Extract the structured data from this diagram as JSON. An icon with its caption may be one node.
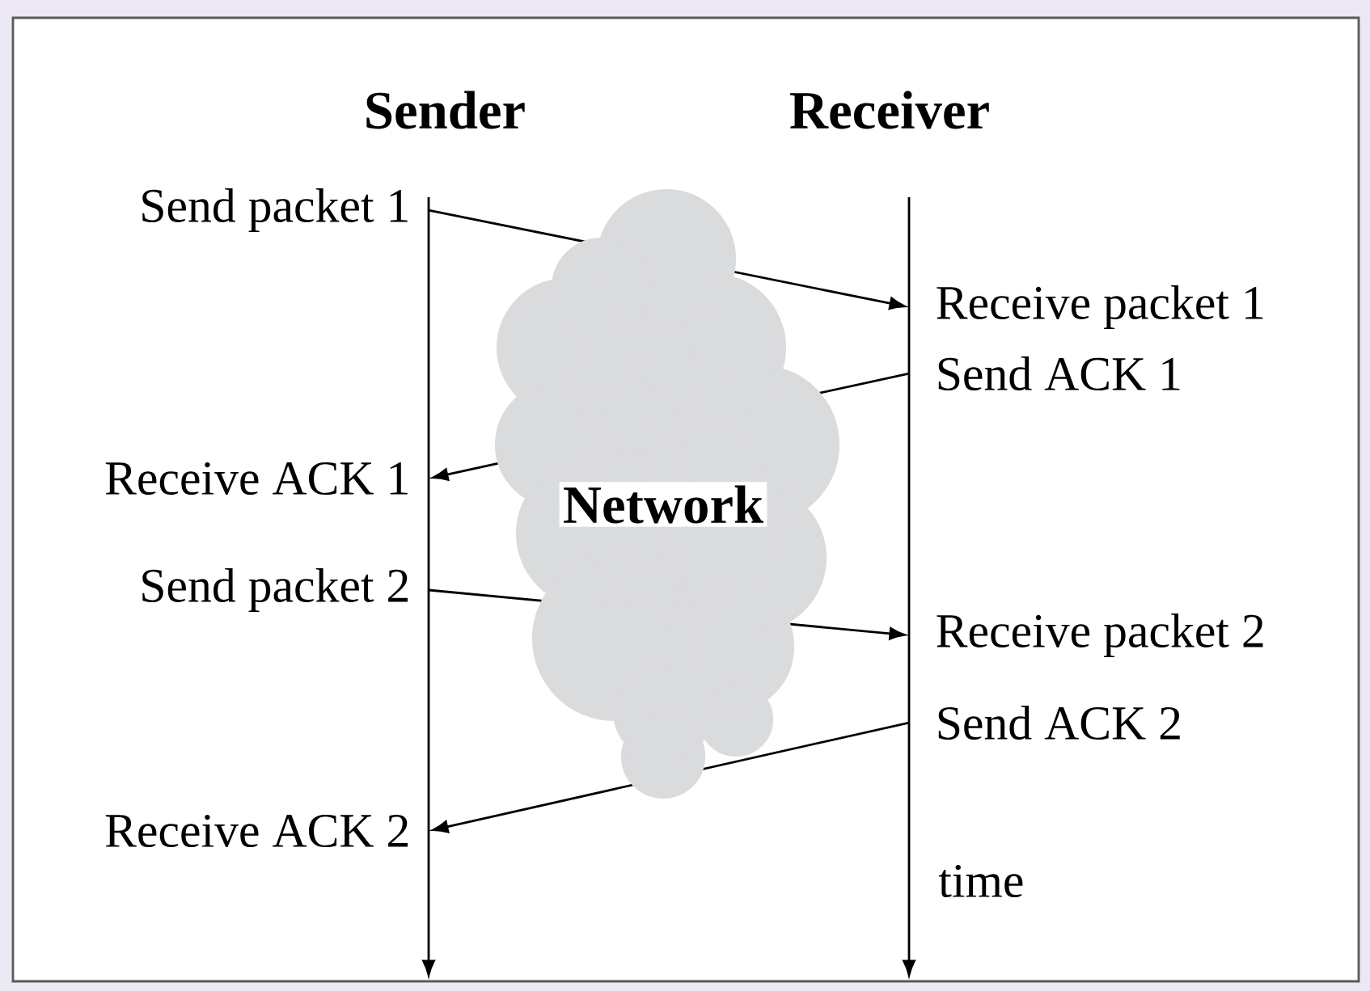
{
  "diagram": {
    "nodes": [
      {
        "text": [
          "Sender"
        ]
      },
      {
        "text": [
          "Receiver"
        ]
      },
      {
        "text": [
          "Network"
        ]
      },
      {
        "text": [
          "Send packet 1"
        ]
      },
      {
        "text": [
          "Receive packet 1"
        ]
      },
      {
        "text": [
          "Send ACK 1"
        ]
      },
      {
        "text": [
          "Receive ACK 1"
        ]
      },
      {
        "text": [
          "Send packet 2"
        ]
      },
      {
        "text": [
          "Receive packet 2"
        ]
      },
      {
        "text": [
          "Send ACK 2"
        ]
      },
      {
        "text": [
          "Receive ACK 2"
        ]
      }
    ],
    "edges": [
      {
        "from": 3,
        "to": 4,
        "arrow": "to"
      },
      {
        "from": 5,
        "to": 6,
        "arrow": "to"
      },
      {
        "from": 7,
        "to": 8,
        "arrow": "to"
      },
      {
        "from": 9,
        "to": 10,
        "arrow": "to"
      }
    ],
    "labels": [
      "time"
    ]
  }
}
